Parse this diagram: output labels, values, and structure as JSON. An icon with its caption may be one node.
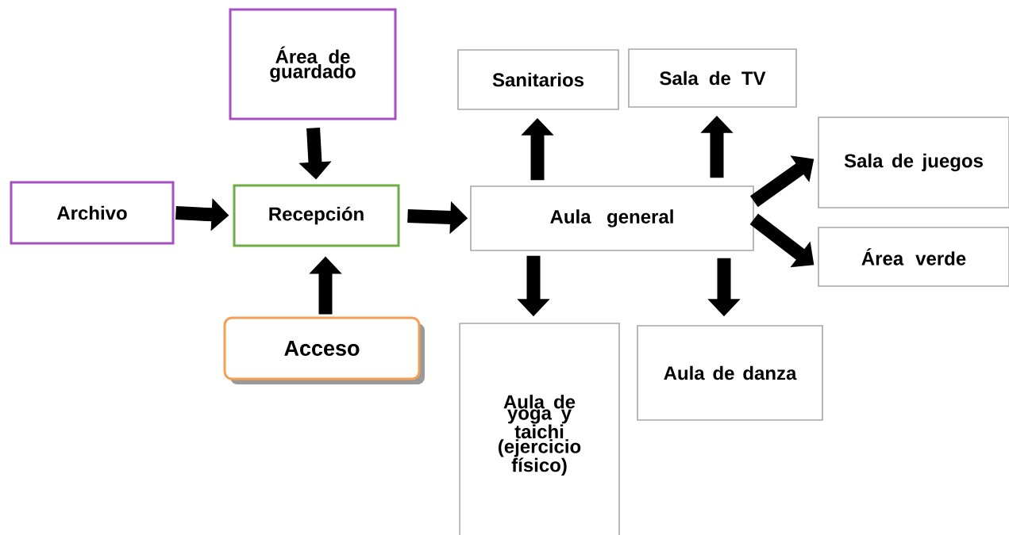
{
  "diagram": {
    "nodes": [
      {
        "text": [
          "Área de guardado"
        ]
      },
      {
        "text": [
          "Archivo"
        ]
      },
      {
        "text": [
          "Recepción"
        ]
      },
      {
        "text": [
          "Acceso"
        ]
      },
      {
        "text": [
          "Aula general"
        ]
      },
      {
        "text": [
          "Sanitarios"
        ]
      },
      {
        "text": [
          "Sala de TV"
        ]
      },
      {
        "text": [
          "Sala de juegos"
        ]
      },
      {
        "text": [
          "Área verde"
        ]
      },
      {
        "text": [
          "Aula de yoga y taichi (ejercicio físico)"
        ]
      },
      {
        "text": [
          "Aula de danza"
        ]
      }
    ],
    "edges": [
      {
        "from": 0,
        "to": 2,
        "arrow": "to"
      },
      {
        "from": 1,
        "to": 2,
        "arrow": "to"
      },
      {
        "from": 3,
        "to": 2,
        "arrow": "to"
      },
      {
        "from": 2,
        "to": 4,
        "arrow": "to"
      },
      {
        "from": 4,
        "to": 5,
        "arrow": "to"
      },
      {
        "from": 4,
        "to": 6,
        "arrow": "to"
      },
      {
        "from": 4,
        "to": 7,
        "arrow": "to"
      },
      {
        "from": 4,
        "to": 8,
        "arrow": "to"
      },
      {
        "from": 4,
        "to": 9,
        "arrow": "to"
      },
      {
        "from": 4,
        "to": 10,
        "arrow": "to"
      }
    ]
  }
}
